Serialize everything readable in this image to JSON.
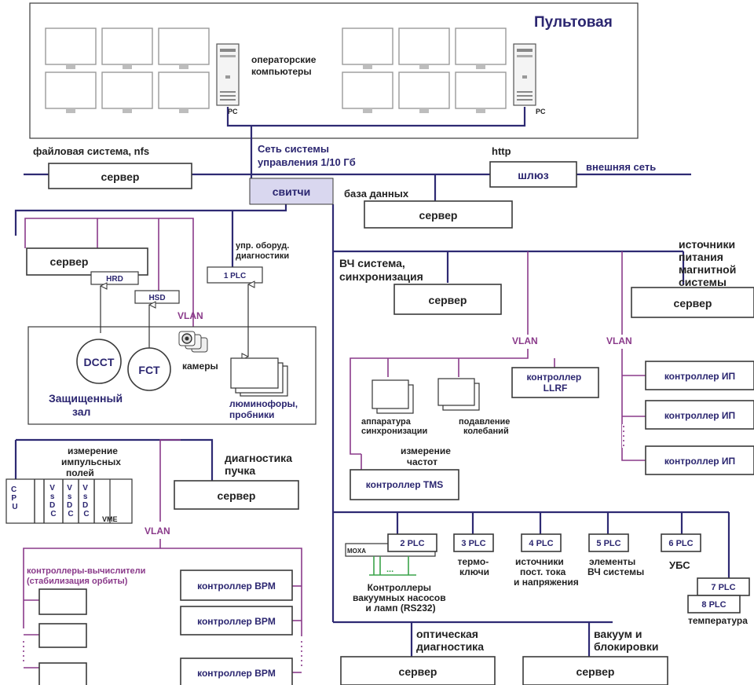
{
  "control_room": {
    "title": "Пультовая",
    "operator_label": [
      "операторские",
      "компьютеры"
    ],
    "pc_label": "PC"
  },
  "network": {
    "main_label": [
      "Сеть системы",
      "управления 1/10 Гб"
    ],
    "switch_label": "свитчи",
    "file_system_label": "файловая система, nfs",
    "http_label": "http",
    "gateway_label": "шлюз",
    "external_label": "внешняя сеть",
    "database_label": "база данных"
  },
  "common": {
    "server": "сервер",
    "vlan": "VLAN"
  },
  "beam_diag": {
    "hrd": "HRD",
    "hsd": "HSD",
    "plc": "1 PLC",
    "equipment_label": [
      "упр. оборуд.",
      "диагностики"
    ],
    "dcct": "DCCT",
    "fct": "FCT",
    "cameras": "камеры",
    "hall_label": [
      "Защищенный",
      "зал"
    ],
    "phosphors": [
      "люминофоры,",
      "пробники"
    ]
  },
  "rf": {
    "label": [
      "ВЧ система,",
      "синхронизация"
    ],
    "llrf": [
      "контроллер",
      "LLRF"
    ],
    "sync": [
      "аппаратура",
      "синхронизации"
    ],
    "damping": [
      "подавление",
      "колебаний"
    ],
    "freq": [
      "измерение",
      "частот"
    ],
    "tms": "контроллер TMS"
  },
  "magnet_ps": {
    "label": [
      "источники",
      "питания",
      "магнитной",
      "системы"
    ],
    "controllers": [
      "контроллер ИП",
      "контроллер ИП",
      "контроллер ИП"
    ]
  },
  "pulse": {
    "label": [
      "измерение",
      "импульсных",
      "полей"
    ],
    "cpu": [
      "C",
      "P",
      "U"
    ],
    "vsdc": [
      "V",
      "s",
      "D",
      "C"
    ],
    "vme": "VME"
  },
  "beam_diagnostics": {
    "label": [
      "диагностика",
      "пучка"
    ]
  },
  "orbit": {
    "label": [
      "контроллеры-вычислители",
      "(стабилизация орбиты)"
    ],
    "bpm": [
      "контроллер BPM",
      "контроллер BPM",
      "контроллер BPM"
    ]
  },
  "plc_row": {
    "moxa": "MOXA",
    "dots": "...",
    "plc2": "2 PLC",
    "plc3": "3 PLC",
    "plc4": "4 PLC",
    "plc5": "5 PLC",
    "plc6": "6 PLC",
    "plc7": "7 PLC",
    "plc8": "8 PLC",
    "vacuum_ctrl": [
      "Контроллеры",
      "вакуумных насосов",
      "и ламп (RS232)"
    ],
    "thermo": [
      "термо-",
      "ключи"
    ],
    "dc_sources": [
      "источники",
      "пост. тока",
      "и напряжения"
    ],
    "rf_elements": [
      "элементы",
      "ВЧ системы"
    ],
    "ubs": "УБС",
    "temperature": "температура"
  },
  "bottom": {
    "optical": [
      "оптическая",
      "диагностика"
    ],
    "vacuum": [
      "вакуум и",
      "блокировки"
    ]
  }
}
